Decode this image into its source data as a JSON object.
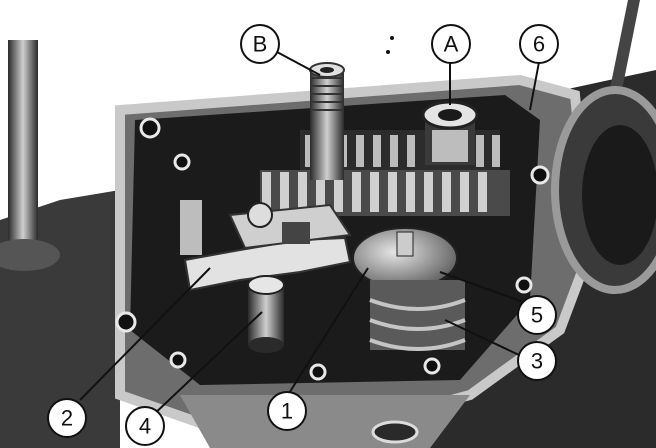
{
  "figure": {
    "subject": "engine-crankcase-gearbox-photo",
    "callouts": {
      "A": "A",
      "B": "B",
      "c1": "1",
      "c2": "2",
      "c3": "3",
      "c4": "4",
      "c5": "5",
      "c6": "6"
    }
  }
}
